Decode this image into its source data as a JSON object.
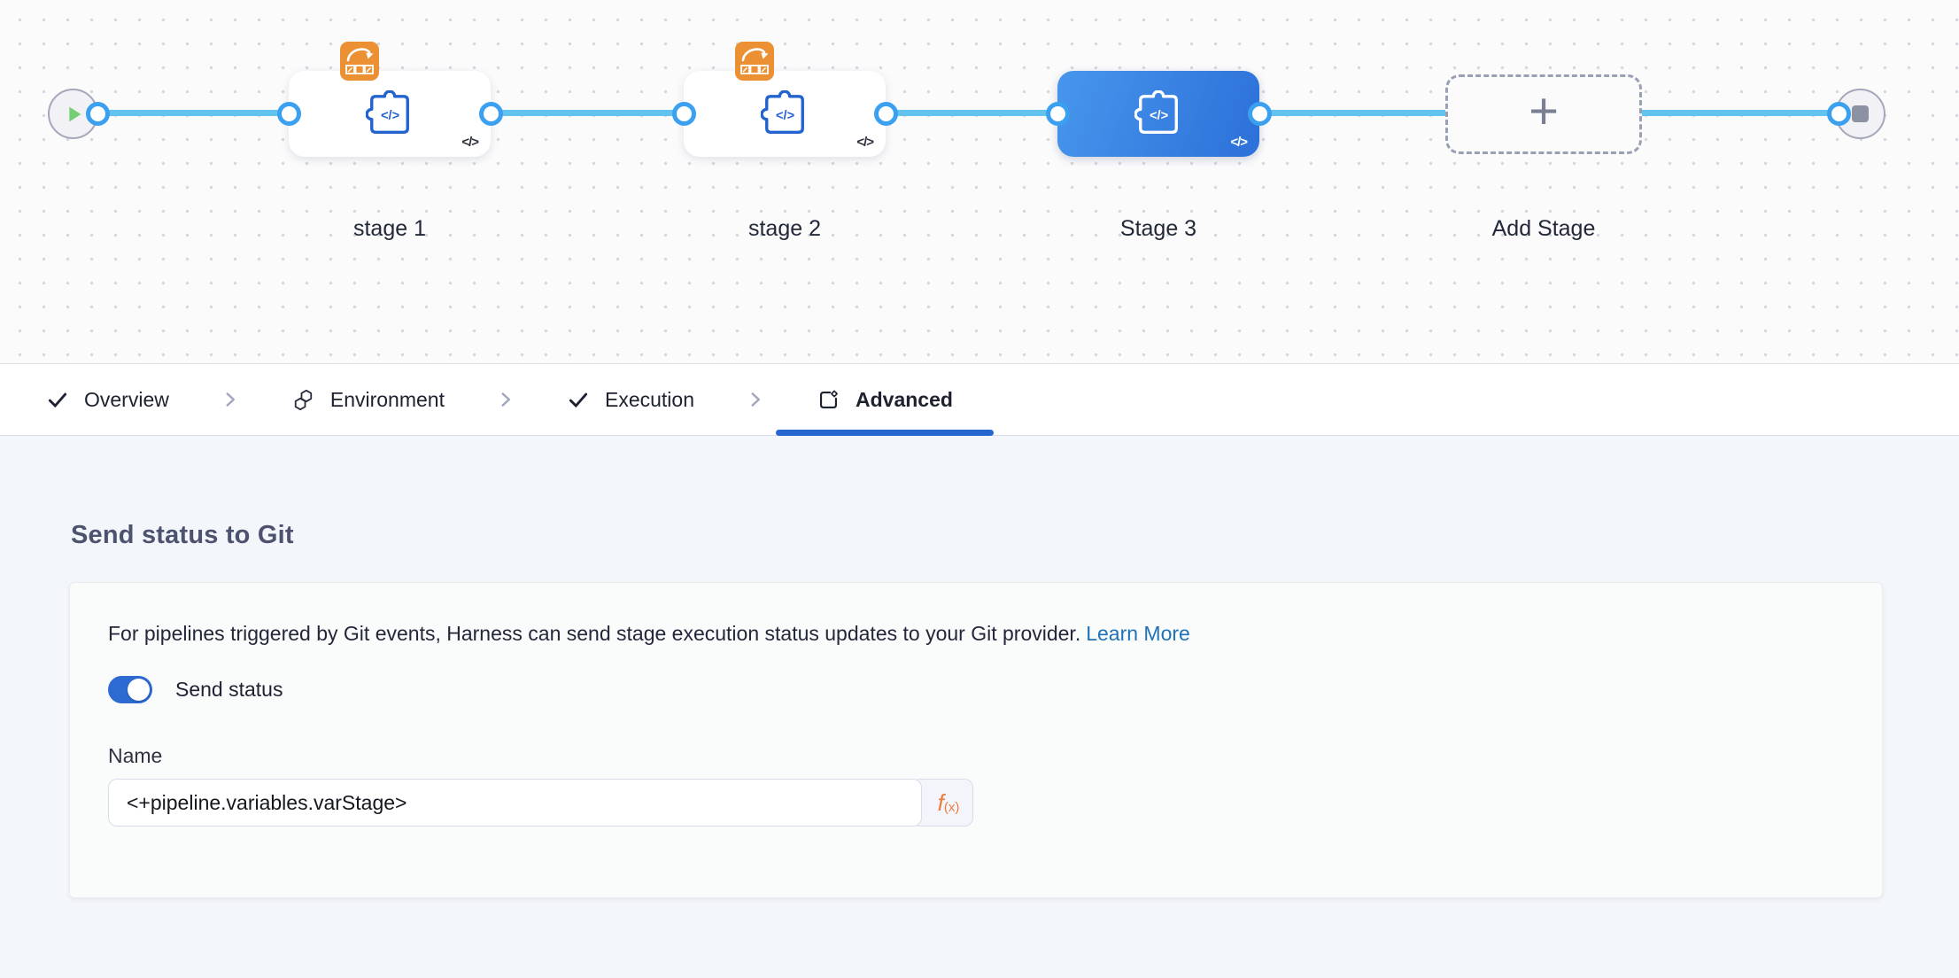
{
  "pipeline": {
    "stage1_label": "stage 1",
    "stage2_label": "stage 2",
    "stage3_label": "Stage 3",
    "add_stage_label": "Add Stage",
    "add_stage_plus": "+",
    "code_glyph": "</>"
  },
  "tabs": {
    "overview": "Overview",
    "environment": "Environment",
    "execution": "Execution",
    "advanced": "Advanced"
  },
  "panel": {
    "title": "Send status to Git",
    "description": "For pipelines triggered by Git events, Harness can send stage execution status updates to your Git provider.",
    "learn_more": "Learn More",
    "toggle_label": "Send status",
    "name_label": "Name",
    "name_value": "<+pipeline.variables.varStage>",
    "fx_f": "f",
    "fx_sub": "(x)"
  },
  "colors": {
    "connector_blue": "#62C3EE",
    "port_ring_blue": "#3CA0F0",
    "stage_icon_blue": "#2263CF",
    "selected_node_gradient_start": "#4796EC",
    "selected_node_gradient_end": "#2C70D9",
    "template_badge_orange": "#EB9134",
    "fx_orange": "#ED7B3C",
    "link_blue": "#1F72B8",
    "toggle_on_blue": "#2D6AD2",
    "active_tab_underline": "#2766CF",
    "play_green": "#74CE74",
    "stop_gray": "#8D91A4"
  },
  "icons": {
    "start": "play-icon",
    "end": "stop-icon",
    "template": "template-badge-icon",
    "stage": "stage-code-icon",
    "add": "plus-icon",
    "complete": "check-icon",
    "environment": "environment-hexagons-icon",
    "advanced": "advanced-settings-icon",
    "separator": "chevron-right-icon",
    "expression": "fx-expression-icon"
  }
}
